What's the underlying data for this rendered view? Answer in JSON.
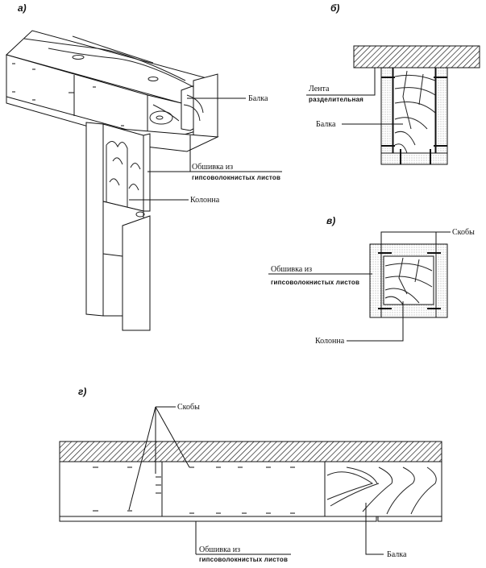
{
  "figures": {
    "a": {
      "tag": "а)",
      "labels": {
        "beam": "Балка",
        "cladding_line1": "Обшивка из",
        "cladding_line2": "гипсоволокнистых листов",
        "column": "Колонна"
      }
    },
    "b": {
      "tag": "б)",
      "labels": {
        "tape_line1": "Лента",
        "tape_line2": "разделительная",
        "beam": "Балка"
      }
    },
    "v": {
      "tag": "в)",
      "labels": {
        "staples": "Скобы",
        "cladding_line1": "Обшивка из",
        "cladding_line2": "гипсоволокнистых листов",
        "column": "Колонна"
      }
    },
    "g": {
      "tag": "г)",
      "labels": {
        "staples": "Скобы",
        "cladding_line1": "Обшивка из",
        "cladding_line2": "гипсоволокнистых листов",
        "beam": "Балка"
      }
    }
  }
}
